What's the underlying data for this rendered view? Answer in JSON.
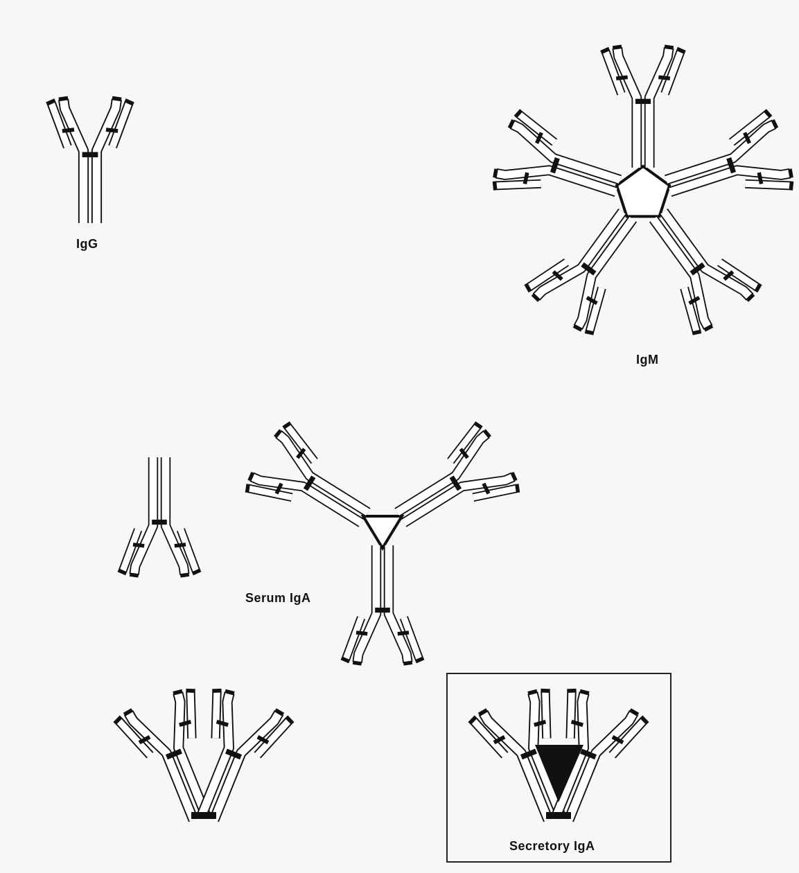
{
  "labels": {
    "igg": "IgG",
    "igm": "IgM",
    "serum_iga": "Serum IgA",
    "secretory_iga": "Secretory IgA"
  },
  "structures": [
    {
      "name": "IgG",
      "kind": "monomer",
      "units": 1
    },
    {
      "name": "IgM",
      "kind": "pentamer",
      "units": 5
    },
    {
      "name": "Serum IgA",
      "kind": "monomer-and-trimer",
      "units": 4
    },
    {
      "name": "Secretory IgA",
      "kind": "dimer-with-secretory-component",
      "units": 2
    }
  ],
  "colors": {
    "ink": "#111111",
    "paper": "#f7f7f5",
    "chain_fill": "#ffffff"
  }
}
